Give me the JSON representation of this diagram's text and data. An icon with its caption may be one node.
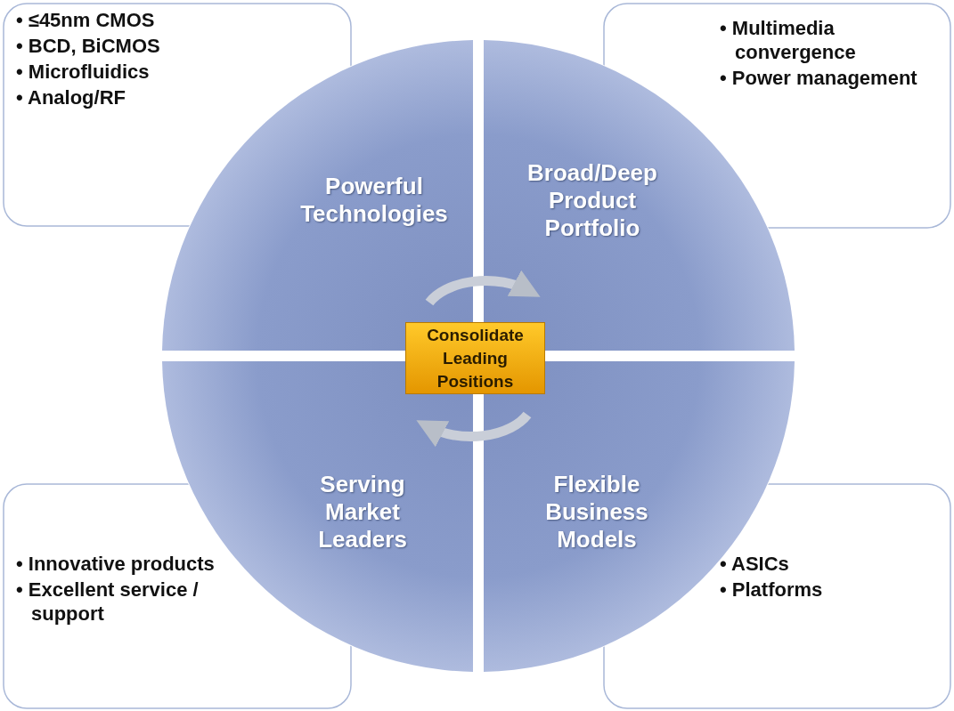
{
  "diagram": {
    "nodes": [
      {
        "text": [
          "• ≤45nm CMOS",
          "• BCD, BiCMOS",
          "• Microfluidics",
          "• Analog/RF"
        ]
      },
      {
        "text": [
          "• Multimedia convergence",
          "• Power management"
        ]
      },
      {
        "text": [
          "Powerful Technologies"
        ]
      },
      {
        "text": [
          "Broad/Deep Product Portfolio"
        ]
      },
      {
        "text": [
          "Consolidate Leading Positions"
        ]
      },
      {
        "text": [
          "Serving Market Leaders"
        ]
      },
      {
        "text": [
          "Flexible Business Models"
        ]
      },
      {
        "text": [
          "• Innovative products",
          "• Excellent service / support"
        ]
      },
      {
        "text": [
          "• ASICs",
          "• Platforms"
        ]
      }
    ],
    "edges": [
      {
        "from": 2,
        "to": 3,
        "arrow": "to"
      },
      {
        "from": 6,
        "to": 5,
        "arrow": "to"
      }
    ]
  }
}
